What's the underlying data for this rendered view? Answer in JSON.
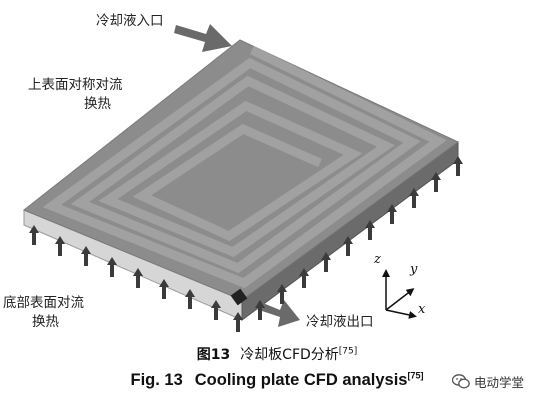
{
  "labels": {
    "coolant_inlet": "冷却液入口",
    "top_surface": [
      "上表面对称对流",
      "换热"
    ],
    "bottom_surface": [
      "底部表面对流",
      "换热"
    ],
    "coolant_outlet": "冷却液出口"
  },
  "axes": {
    "z": "z",
    "y": "y",
    "x": "x"
  },
  "caption": {
    "cn_number": "图13",
    "cn_text": "冷却板CFD分析",
    "cn_ref": "[75]",
    "en_number": "Fig. 13",
    "en_text": "Cooling plate CFD analysis",
    "en_ref": "[75]"
  },
  "watermark": {
    "text": "电动学堂",
    "icon": "wechat-logo-icon"
  },
  "colors": {
    "plate_top": "#8c8c8c",
    "channel": "#a1a1a1",
    "plate_front": "#d6d6d6",
    "plate_right": "#6b6b6b",
    "arrow": "#3b3b3b",
    "flow_arrow": "#6a6a6a"
  }
}
